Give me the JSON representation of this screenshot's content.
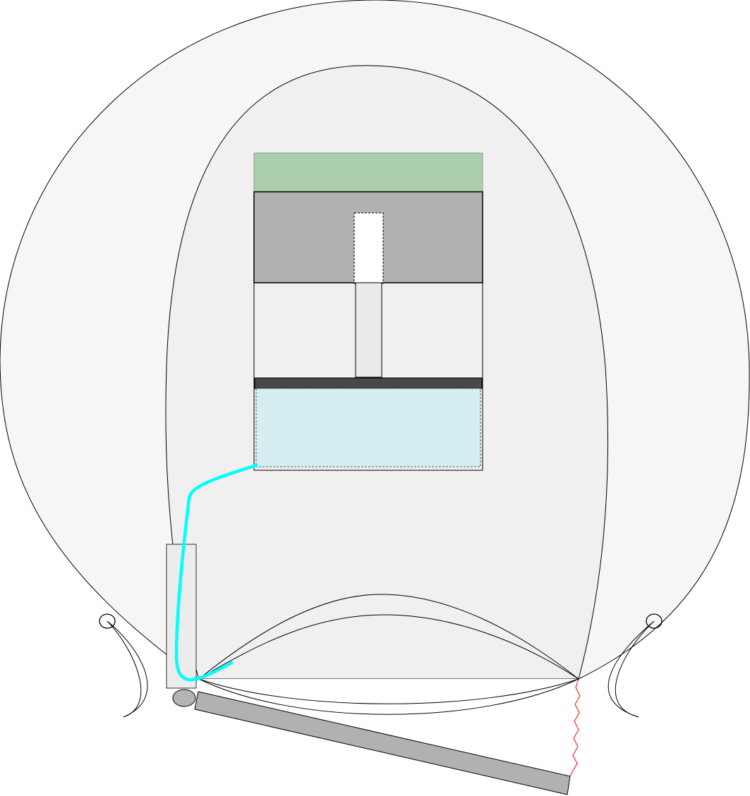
{
  "diagram": {
    "labels": [],
    "colors": {
      "outer_envelope_fill": "#f6f6f6",
      "inner_envelope_fill": "#f1eff0",
      "top_block_fill": "#aacfaa",
      "housing_fill": "#b1b1b1",
      "slot_fill": "#ffffff",
      "shaft_fill": "#ebebeb",
      "plate_fill": "#474747",
      "tank_fill": "#d5eef2",
      "hose_color": "#00ffff",
      "post_fill": "#ececec",
      "wheel_fill": "#b4b4b4",
      "beam_fill": "#b1b1b1",
      "spring_color": "#ff0000",
      "outline_color": "#000000"
    },
    "icons": [
      "outer-envelope",
      "inner-envelope",
      "anchor-ring-left",
      "anchor-ring-right",
      "tether-lines",
      "hose",
      "spring"
    ]
  }
}
